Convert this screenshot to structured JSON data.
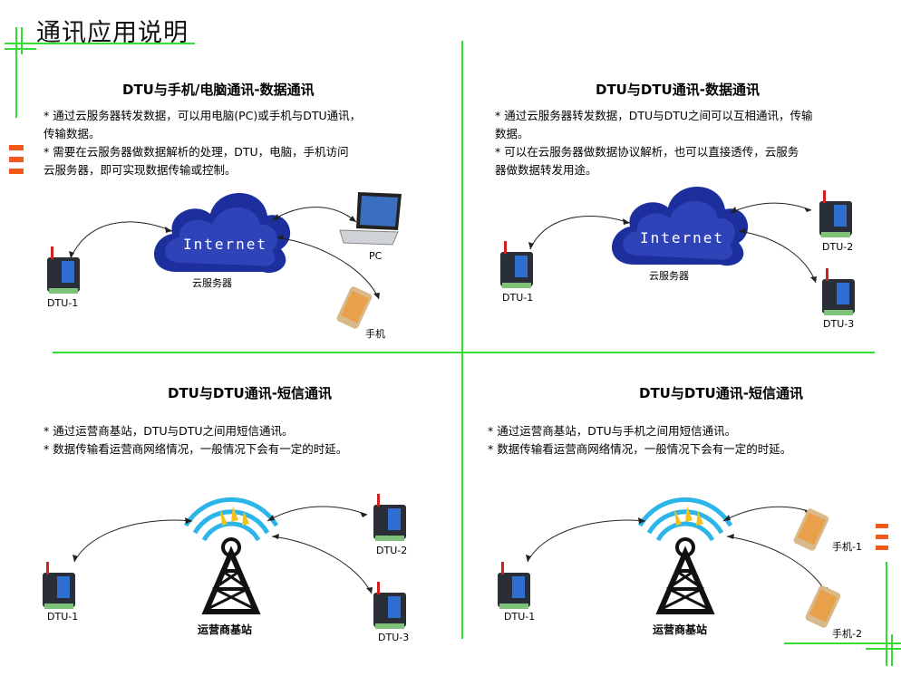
{
  "page": {
    "title": "通讯应用说明"
  },
  "panels": [
    {
      "title": "DTU与手机/电脑通讯-数据通讯",
      "bullets": [
        "*  通过云服务器转发数据，可以用电脑(PC)或手机与DTU通讯，",
        "    传输数据。",
        "*  需要在云服务器做数据解析的处理，DTU，电脑，手机访问",
        "    云服务器，即可实现数据传输或控制。"
      ],
      "cloud_label": "云服务器",
      "cloud_text": "Internet",
      "devices": [
        "DTU-1",
        "PC",
        "手机"
      ]
    },
    {
      "title": "DTU与DTU通讯-数据通讯",
      "bullets": [
        "*  通过云服务器转发数据，DTU与DTU之间可以互相通讯，传输",
        "    数据。",
        "*  可以在云服务器做数据协议解析，也可以直接透传，云服务",
        "    器做数据转发用途。"
      ],
      "cloud_label": "云服务器",
      "cloud_text": "Internet",
      "devices": [
        "DTU-1",
        "DTU-2",
        "DTU-3"
      ]
    },
    {
      "title": "DTU与DTU通讯-短信通讯",
      "bullets": [
        "*  通过运营商基站，DTU与DTU之间用短信通讯。",
        "*  数据传输看运营商网络情况，一般情况下会有一定的时延。"
      ],
      "tower_label": "运营商基站",
      "devices": [
        "DTU-1",
        "DTU-2",
        "DTU-3"
      ]
    },
    {
      "title": "DTU与DTU通讯-短信通讯",
      "bullets": [
        "*  通过运营商基站，DTU与手机之间用短信通讯。",
        "*  数据传输看运营商网络情况，一般情况下会有一定的时延。"
      ],
      "tower_label": "运营商基站",
      "devices": [
        "DTU-1",
        "手机-1",
        "手机-2"
      ]
    }
  ],
  "colors": {
    "divider": "#33dd33",
    "accent": "#f05a1a",
    "cloud": "#1d2f9c",
    "tower_wave": "#2bb5e8"
  }
}
